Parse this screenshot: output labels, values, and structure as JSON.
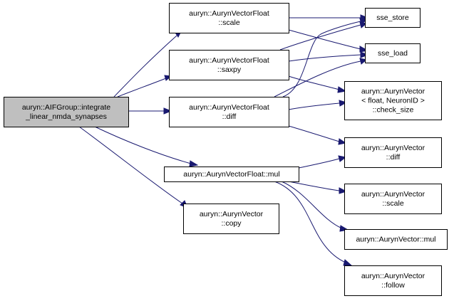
{
  "graph": {
    "edge_color": "#191970",
    "root_fill": "#bfbfbf",
    "nodes": [
      {
        "id": "root",
        "lines": [
          "auryn::AIFGroup::integrate",
          "_linear_nmda_synapses"
        ],
        "root": true
      },
      {
        "id": "scale",
        "lines": [
          "auryn::AurynVectorFloat",
          "::scale"
        ]
      },
      {
        "id": "saxpy",
        "lines": [
          "auryn::AurynVectorFloat",
          "::saxpy"
        ]
      },
      {
        "id": "vfdiff",
        "lines": [
          "auryn::AurynVectorFloat",
          "::diff"
        ]
      },
      {
        "id": "vfmul",
        "lines": [
          "auryn::AurynVectorFloat::mul"
        ]
      },
      {
        "id": "copy",
        "lines": [
          "auryn::AurynVector",
          "::copy"
        ]
      },
      {
        "id": "sse_store",
        "lines": [
          "sse_store"
        ]
      },
      {
        "id": "sse_load",
        "lines": [
          "sse_load"
        ]
      },
      {
        "id": "check_size",
        "lines": [
          "auryn::AurynVector",
          "< float, NeuronID >",
          "::check_size"
        ]
      },
      {
        "id": "vdiff",
        "lines": [
          "auryn::AurynVector",
          "::diff"
        ]
      },
      {
        "id": "vscale",
        "lines": [
          "auryn::AurynVector",
          "::scale"
        ]
      },
      {
        "id": "vmul",
        "lines": [
          "auryn::AurynVector::mul"
        ]
      },
      {
        "id": "vfollow",
        "lines": [
          "auryn::AurynVector",
          "::follow"
        ]
      }
    ],
    "edges": [
      {
        "from": "root",
        "to": "scale"
      },
      {
        "from": "root",
        "to": "saxpy"
      },
      {
        "from": "root",
        "to": "vfdiff"
      },
      {
        "from": "root",
        "to": "vfmul"
      },
      {
        "from": "root",
        "to": "copy"
      },
      {
        "from": "scale",
        "to": "sse_store"
      },
      {
        "from": "scale",
        "to": "sse_load"
      },
      {
        "from": "saxpy",
        "to": "sse_store"
      },
      {
        "from": "saxpy",
        "to": "sse_load"
      },
      {
        "from": "saxpy",
        "to": "check_size"
      },
      {
        "from": "vfdiff",
        "to": "sse_store"
      },
      {
        "from": "vfdiff",
        "to": "sse_load"
      },
      {
        "from": "vfdiff",
        "to": "check_size"
      },
      {
        "from": "vfdiff",
        "to": "vdiff"
      },
      {
        "from": "vfmul",
        "to": "vdiff"
      },
      {
        "from": "vfmul",
        "to": "vscale"
      },
      {
        "from": "vfmul",
        "to": "vmul"
      },
      {
        "from": "vfmul",
        "to": "vfollow"
      }
    ]
  }
}
